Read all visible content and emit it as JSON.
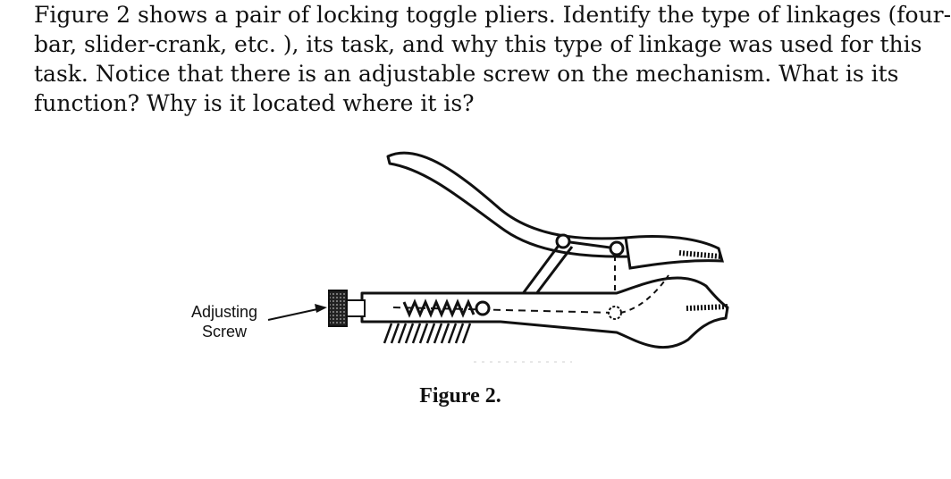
{
  "question": {
    "lines": [
      "Figure 2 shows a pair of locking toggle pliers. Identify the type of linkages (four-",
      "bar, slider-crank, etc. ), its task, and why this type of linkage was used for this",
      "task. Notice that there is an adjustable screw on the mechanism. What is its",
      "function? Why is it located where it is?"
    ]
  },
  "figure": {
    "callout_label_line1": "Adjusting",
    "callout_label_line2": "Screw",
    "caption": "Figure 2."
  }
}
